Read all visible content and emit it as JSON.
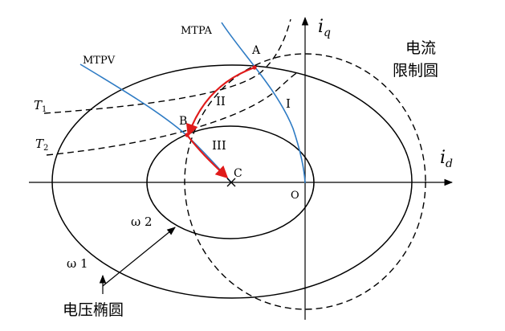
{
  "labels": {
    "mtpa": "MTPA",
    "mtpv": "MTPV",
    "iq": "i",
    "iq_sub": "q",
    "id": "i",
    "id_sub": "d",
    "current_circle_line1": "电流",
    "current_circle_line2": "限制圆",
    "point_a": "A",
    "point_b": "B",
    "point_c": "C",
    "origin": "O",
    "region_1": "I",
    "region_2": "II",
    "region_3": "III",
    "t1": "T",
    "t1_sub": "1",
    "t2": "T",
    "t2_sub": "2",
    "omega2": "ω 2",
    "omega1": "ω 1",
    "voltage_ellipse": "电压椭圆"
  },
  "colors": {
    "curve_blue": "#2e7bc4",
    "trajectory_red": "#e01b1b",
    "ink": "#000000"
  }
}
